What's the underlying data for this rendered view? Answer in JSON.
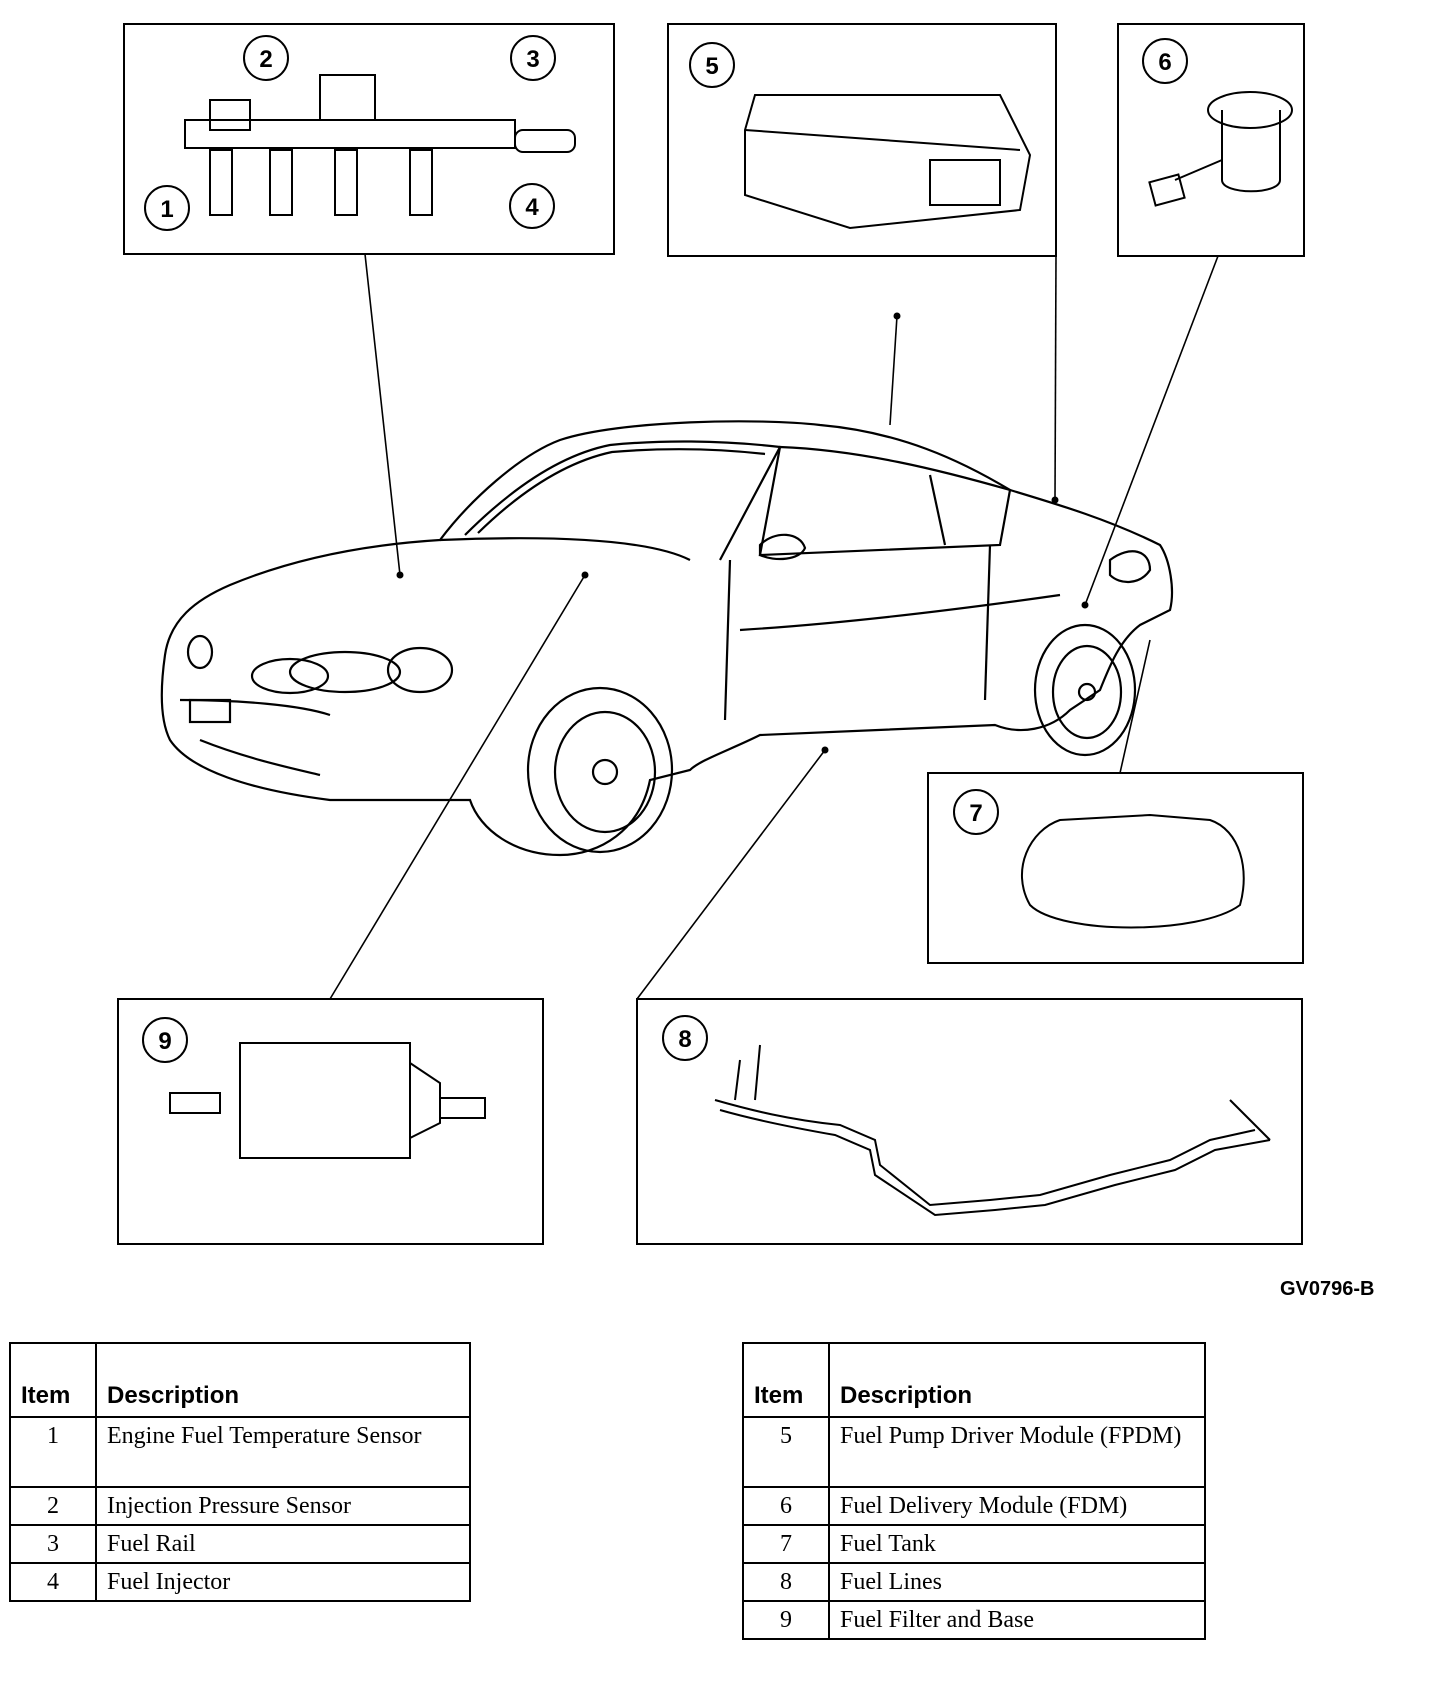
{
  "figure_code": "GV0796-B",
  "callouts": [
    "1",
    "2",
    "3",
    "4",
    "5",
    "6",
    "7",
    "8",
    "9"
  ],
  "legend_left": {
    "header_item": "Item",
    "header_description": "Description",
    "rows": [
      {
        "item": "1",
        "description": "Engine Fuel Temperature Sensor"
      },
      {
        "item": "2",
        "description": "Injection Pressure Sensor"
      },
      {
        "item": "3",
        "description": "Fuel Rail"
      },
      {
        "item": "4",
        "description": "Fuel Injector"
      }
    ]
  },
  "legend_right": {
    "header_item": "Item",
    "header_description": "Description",
    "rows": [
      {
        "item": "5",
        "description": "Fuel Pump Driver Module (FPDM)"
      },
      {
        "item": "6",
        "description": "Fuel Delivery Module (FDM)"
      },
      {
        "item": "7",
        "description": "Fuel Tank"
      },
      {
        "item": "8",
        "description": "Fuel Lines"
      },
      {
        "item": "9",
        "description": "Fuel Filter and Base"
      }
    ]
  }
}
